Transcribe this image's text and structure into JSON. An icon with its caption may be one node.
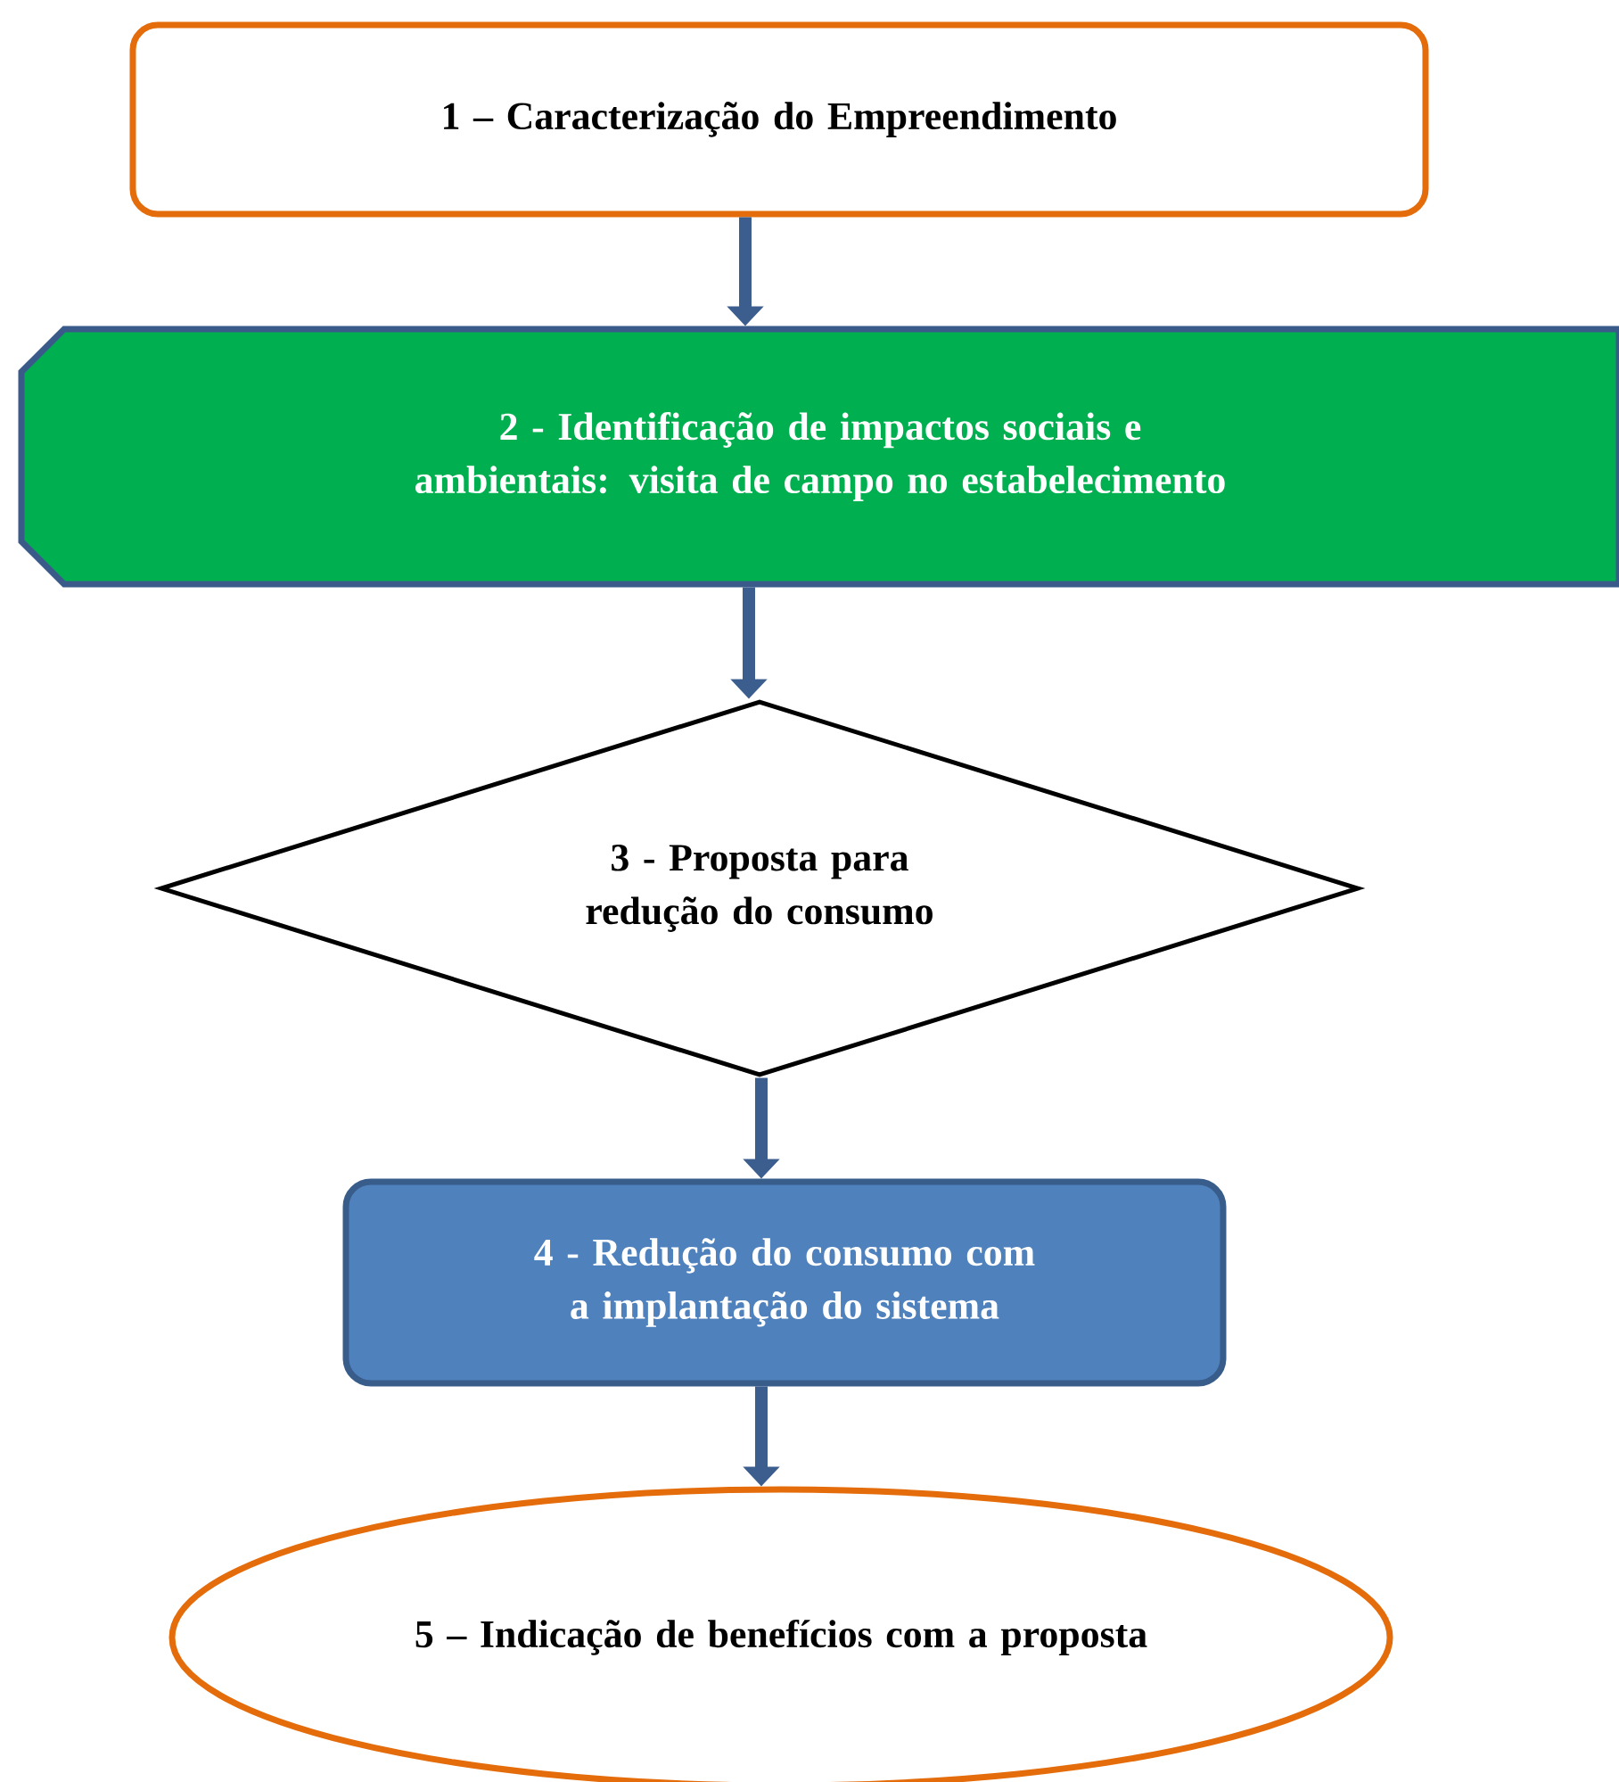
{
  "diagram": {
    "nodes": [
      {
        "text": [
          "1 – Caracterização do Empreendimento"
        ]
      },
      {
        "text": [
          "2 - Identificação de impactos sociais e ambientais: visita de campo no estabelecimento"
        ]
      },
      {
        "text": [
          "3 - Proposta para redução do consumo"
        ]
      },
      {
        "text": [
          "4 - Redução do consumo com a implantação do sistema"
        ]
      },
      {
        "text": [
          "5 – Indicação de benefícios com a proposta"
        ]
      }
    ],
    "edges": [
      {
        "from": 0,
        "to": 1,
        "arrow": "to"
      },
      {
        "from": 1,
        "to": 2,
        "arrow": "to"
      },
      {
        "from": 2,
        "to": 3,
        "arrow": "to"
      },
      {
        "from": 3,
        "to": 4,
        "arrow": "to"
      }
    ]
  }
}
